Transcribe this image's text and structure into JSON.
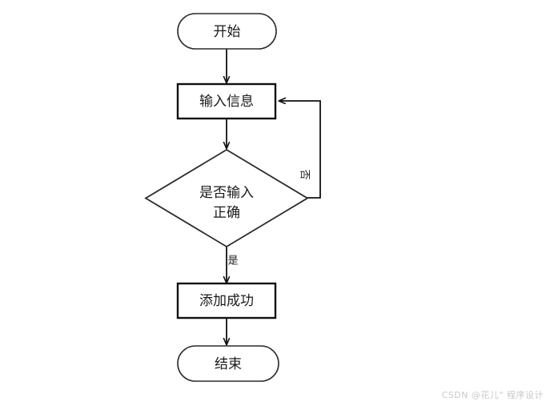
{
  "diagram": {
    "type": "flowchart",
    "title": "",
    "direction": "top-to-bottom",
    "background_color": "#ffffff",
    "stroke_color": "#111111",
    "nodes": [
      {
        "id": "start",
        "shape": "terminator",
        "label": "开始"
      },
      {
        "id": "input",
        "shape": "process",
        "label": "输入信息"
      },
      {
        "id": "check_1",
        "shape": "decision",
        "label": "是否输入"
      },
      {
        "id": "check_2",
        "shape": "decision",
        "label": "正确"
      },
      {
        "id": "success",
        "shape": "process",
        "label": "添加成功"
      },
      {
        "id": "end",
        "shape": "terminator",
        "label": "结束"
      }
    ],
    "edges": [
      {
        "id": "e_start_input",
        "from": "start",
        "to": "input",
        "label": ""
      },
      {
        "id": "e_input_check",
        "from": "input",
        "to": "check",
        "label": ""
      },
      {
        "id": "e_check_success",
        "from": "check",
        "to": "success",
        "label": "是"
      },
      {
        "id": "e_check_input",
        "from": "check",
        "to": "input",
        "label": "否"
      },
      {
        "id": "e_success_end",
        "from": "success",
        "to": "end",
        "label": ""
      }
    ]
  },
  "watermark": {
    "text": "CSDN @花儿\" 程序设计"
  }
}
